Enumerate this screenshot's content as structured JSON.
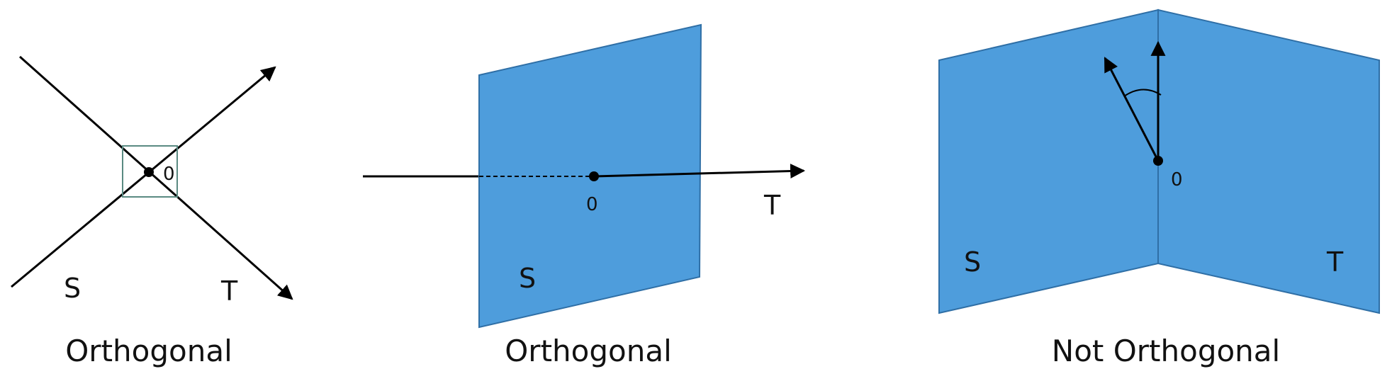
{
  "colors": {
    "plane_fill": "#4e9ddc",
    "plane_stroke": "#2f6fa6",
    "line": "#000000",
    "right_angle_box": "#5a8a82"
  },
  "panels": [
    {
      "caption": "Orthogonal",
      "label_s": "S",
      "label_t": "T",
      "origin_label": "0"
    },
    {
      "caption": "Orthogonal",
      "label_s": "S",
      "label_t": "T",
      "origin_label": "0"
    },
    {
      "caption": "Not Orthogonal",
      "label_s": "S",
      "label_t": "T",
      "origin_label": "0"
    }
  ]
}
